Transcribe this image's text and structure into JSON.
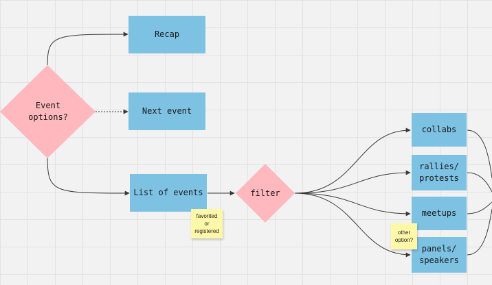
{
  "nodes": {
    "event_options": "Event\noptions?",
    "recap": "Recap",
    "next_event": "Next event",
    "list_of_events": "List of events",
    "filter": "filter",
    "collabs": "collabs",
    "rallies_protests": "rallies/\nprotests",
    "meetups": "meetups",
    "panels_speakers": "panels/\nspeakers"
  },
  "notes": {
    "favorited": "favorited\nor\nregistered",
    "other_option": "other\noption?"
  },
  "colors": {
    "box": "#7dc1e3",
    "diamond": "#ffb8bd",
    "sticky": "#fff8a8",
    "edge": "#3a3a3a"
  }
}
